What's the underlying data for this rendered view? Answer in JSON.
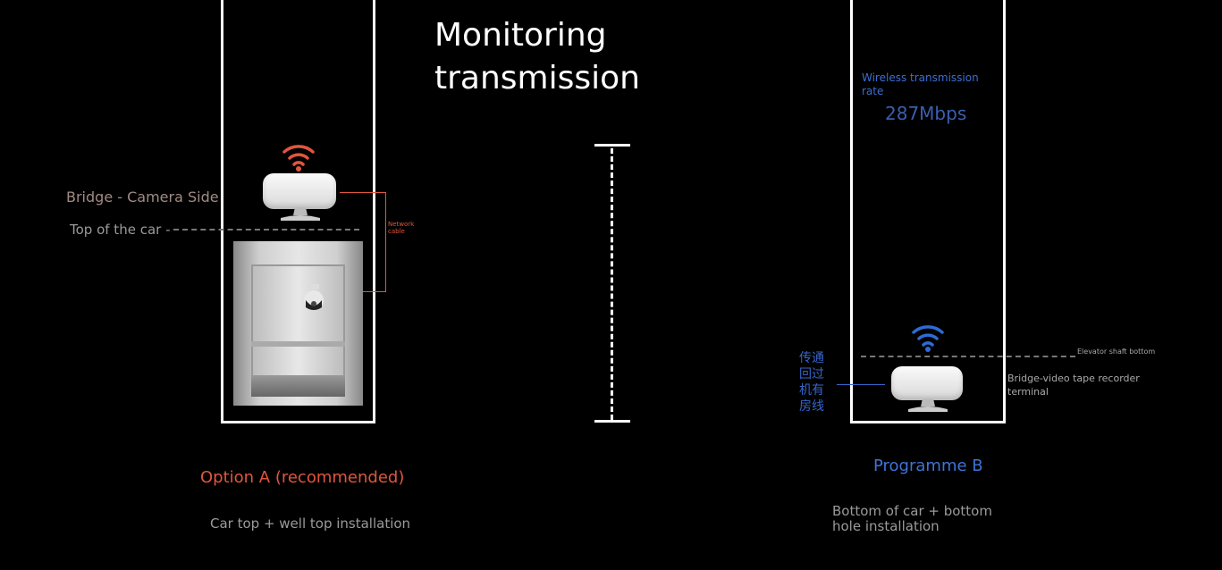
{
  "title": "Monitoring transmission",
  "left": {
    "bridge_label": "Bridge - Camera Side",
    "car_top_label": "Top of the car -",
    "cable_label": "Network cable",
    "option_title": "Option A (recommended)",
    "option_desc": "Car top + well top installation"
  },
  "right": {
    "rate_label": "Wireless transmission rate",
    "rate_value": "287Mbps",
    "shaft_bottom_label": "Elevator shaft bottom",
    "recorder_label": "Bridge-video tape recorder terminal",
    "chinese_label": "传通回过机有房线",
    "option_title": "Programme B",
    "option_desc": "Bottom of car + bottom hole installation"
  },
  "colors": {
    "orange": "#e2553d",
    "blue": "#3b6fd4",
    "background": "#000000"
  },
  "icons": [
    "wifi-icon-orange",
    "wifi-icon-blue",
    "camera-icon"
  ]
}
